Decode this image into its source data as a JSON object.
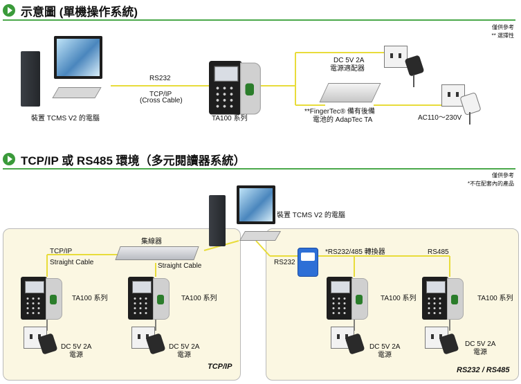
{
  "section1": {
    "title": "示意圖 (單機操作系統)",
    "note_line1": "僅供參考",
    "note_line2": "** 選擇性"
  },
  "section2": {
    "title": "TCP/IP 或 RS485 環境（多元閱讀器系統）",
    "note_line1": "僅供參考",
    "note_line2": "*不在配套內的產品"
  },
  "labels": {
    "pc_caption_top": "裝置 TCMS V2 的電腦",
    "rs232_top": "RS232",
    "tcpip_top": "TCP/IP",
    "cross_cable": "(Cross Cable)",
    "ta100_top": "TA100 系列",
    "dc_line1": "DC 5V 2A",
    "dc_line2": "電源適配器",
    "adaptec_line1": "**FingerTec® 備有後備",
    "adaptec_line2": "電池的 AdapTec TA",
    "ac_voltage": "AC110～230V",
    "pc_caption_bottom": "裝置 TCMS V2 的電腦",
    "hub": "集線器",
    "tcpip_left": "TCP/IP",
    "straight_cable_left": "Straight Cable",
    "straight_cable_right": "Straight Cable",
    "rs232_bottom": "RS232",
    "converter": "*RS232/485 轉換器",
    "rs485": "RS485",
    "ta100": "TA100 系列",
    "power_line1": "DC 5V 2A",
    "power_line2": "電源",
    "panel_tcpip": "TCP/IP",
    "panel_rs": "RS232 / RS485"
  },
  "colors": {
    "accent_green": "#4aa84a",
    "cable_yellow": "#e8dc3a",
    "panel_bg": "#fbf7e2"
  },
  "icons": [
    "computer-icon",
    "terminal-icon",
    "outlet-icon",
    "plug-icon",
    "hub-icon",
    "converter-icon",
    "adaptec-icon"
  ]
}
